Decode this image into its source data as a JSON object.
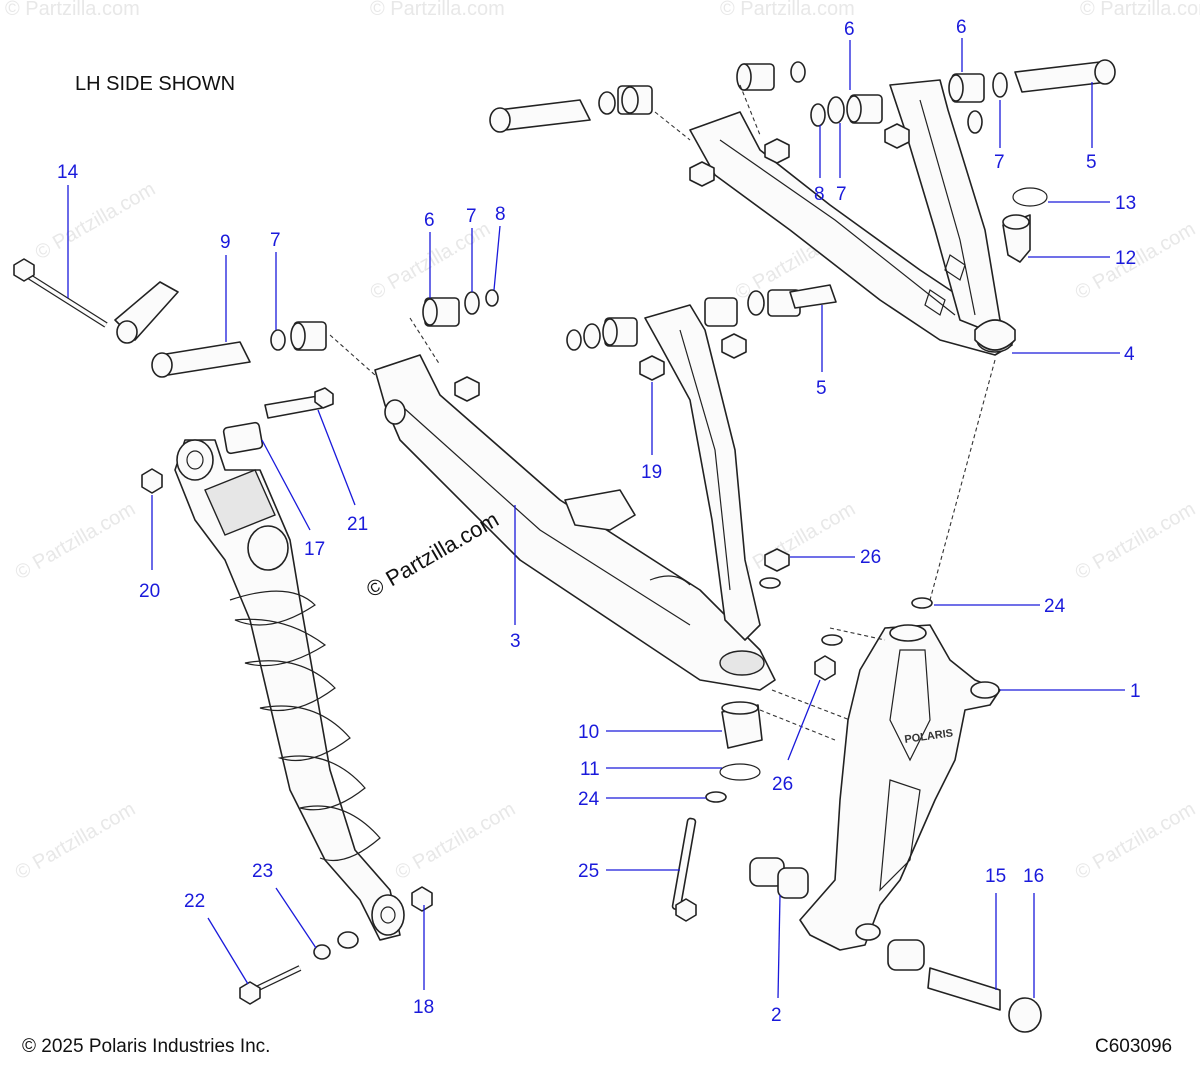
{
  "note": "LH SIDE SHOWN",
  "copyright": "© 2025 Polaris Industries Inc.",
  "figure_id": "C603096",
  "watermark": "© Partzilla.com",
  "knuckle_logo": "POLARIS",
  "callouts": [
    "6",
    "6",
    "5",
    "7",
    "8",
    "7",
    "13",
    "12",
    "4",
    "14",
    "9",
    "7",
    "6",
    "7",
    "8",
    "5",
    "19",
    "21",
    "17",
    "20",
    "3",
    "26",
    "24",
    "1",
    "10",
    "11",
    "24",
    "26",
    "25",
    "23",
    "22",
    "18",
    "2",
    "15",
    "16"
  ],
  "colors": {
    "callout": "#1a1adb",
    "line": "#222222",
    "watermark": "#e8e8e8"
  }
}
